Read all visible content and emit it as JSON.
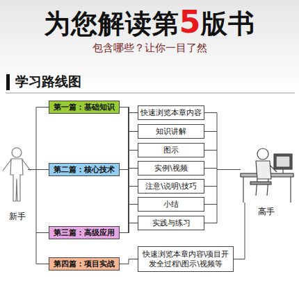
{
  "diagram": {
    "title": "为您解读第5版书",
    "nodes": [
      {
        "text": [
          "第一篇：基础知识"
        ]
      },
      {
        "text": [
          "第二篇：核心技术"
        ]
      },
      {
        "text": [
          "第三篇：高级应用"
        ]
      },
      {
        "text": [
          "第四篇：项目实战"
        ]
      },
      {
        "text": [
          "快速浏览本章内容"
        ]
      },
      {
        "text": [
          "知识讲解"
        ]
      },
      {
        "text": [
          "图示"
        ]
      },
      {
        "text": [
          "实例\\视频"
        ]
      },
      {
        "text": [
          "注意\\说明\\技巧"
        ]
      },
      {
        "text": [
          "小结"
        ]
      },
      {
        "text": [
          "实践与练习"
        ]
      },
      {
        "text": [
          "快速浏览本章内容\\项目开发全过程\\图示\\视频等"
        ]
      }
    ],
    "edges": [
      {
        "from": 0,
        "to": 4,
        "arrow": "none"
      },
      {
        "from": 0,
        "to": 5,
        "arrow": "none"
      },
      {
        "from": 0,
        "to": 6,
        "arrow": "none"
      },
      {
        "from": 0,
        "to": 7,
        "arrow": "none"
      },
      {
        "from": 0,
        "to": 8,
        "arrow": "none"
      },
      {
        "from": 0,
        "to": 9,
        "arrow": "none"
      },
      {
        "from": 0,
        "to": 10,
        "arrow": "none"
      },
      {
        "from": 1,
        "to": 4,
        "arrow": "none"
      },
      {
        "from": 1,
        "to": 5,
        "arrow": "none"
      },
      {
        "from": 1,
        "to": 6,
        "arrow": "none"
      },
      {
        "from": 1,
        "to": 7,
        "arrow": "none"
      },
      {
        "from": 1,
        "to": 8,
        "arrow": "none"
      },
      {
        "from": 1,
        "to": 9,
        "arrow": "none"
      },
      {
        "from": 1,
        "to": 10,
        "arrow": "none"
      },
      {
        "from": 2,
        "to": 4,
        "arrow": "none"
      },
      {
        "from": 2,
        "to": 5,
        "arrow": "none"
      },
      {
        "from": 2,
        "to": 6,
        "arrow": "none"
      },
      {
        "from": 2,
        "to": 7,
        "arrow": "none"
      },
      {
        "from": 2,
        "to": 8,
        "arrow": "none"
      },
      {
        "from": 2,
        "to": 9,
        "arrow": "none"
      },
      {
        "from": 2,
        "to": 10,
        "arrow": "none"
      },
      {
        "from": 3,
        "to": 11,
        "arrow": "none"
      }
    ],
    "labels": [
      "包含哪些？让你一目了然",
      "学习路线图",
      "新手",
      "高手"
    ]
  }
}
